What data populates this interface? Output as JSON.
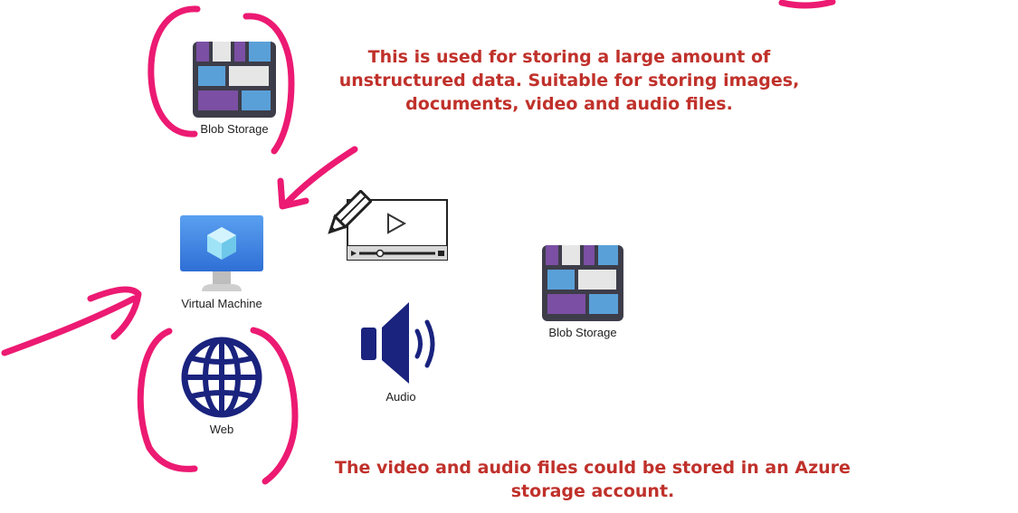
{
  "callouts": {
    "blob_description": "This is used for storing a large amount of unstructured data. Suitable for storing images, documents, video and audio files.",
    "azure_note": "The video and audio files could be stored in an Azure storage account."
  },
  "nodes": {
    "blob_top_label": "Blob Storage",
    "virtual_machine_label": "Virtual Machine",
    "web_label": "Web",
    "audio_label": "Audio",
    "blob_right_label": "Blob Storage"
  },
  "icons": {
    "blob_storage": "blob-storage-icon",
    "virtual_machine": "virtual-machine-icon",
    "web": "globe-icon",
    "audio": "speaker-icon",
    "video": "video-player-icon",
    "pen_tool": "pencil-cursor-icon"
  },
  "colors": {
    "callout_text": "#c0312b",
    "ink": "#ec1a72",
    "azure_blue": "#3b82f6",
    "navy": "#1a237e",
    "blob_purple": "#7b4fa3",
    "blob_blue": "#5aa0d8",
    "blob_frame": "#3d3d4a"
  }
}
